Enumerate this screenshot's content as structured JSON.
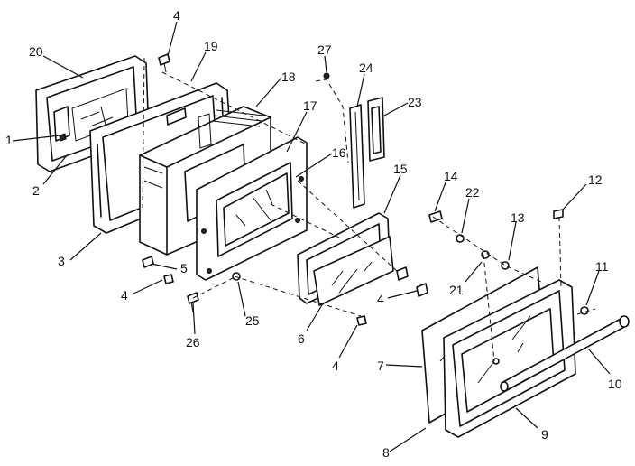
{
  "callouts": [
    {
      "id": "c1",
      "text": "1"
    },
    {
      "id": "c2",
      "text": "2"
    },
    {
      "id": "c3",
      "text": "3"
    },
    {
      "id": "c4a",
      "text": "4"
    },
    {
      "id": "c4b",
      "text": "4"
    },
    {
      "id": "c4c",
      "text": "4"
    },
    {
      "id": "c4d",
      "text": "4"
    },
    {
      "id": "c5",
      "text": "5"
    },
    {
      "id": "c6",
      "text": "6"
    },
    {
      "id": "c7",
      "text": "7"
    },
    {
      "id": "c8",
      "text": "8"
    },
    {
      "id": "c9",
      "text": "9"
    },
    {
      "id": "c10",
      "text": "10"
    },
    {
      "id": "c11",
      "text": "11"
    },
    {
      "id": "c12",
      "text": "12"
    },
    {
      "id": "c13",
      "text": "13"
    },
    {
      "id": "c14",
      "text": "14"
    },
    {
      "id": "c15",
      "text": "15"
    },
    {
      "id": "c16",
      "text": "16"
    },
    {
      "id": "c17",
      "text": "17"
    },
    {
      "id": "c18",
      "text": "18"
    },
    {
      "id": "c19",
      "text": "19"
    },
    {
      "id": "c20",
      "text": "20"
    },
    {
      "id": "c21",
      "text": "21"
    },
    {
      "id": "c22",
      "text": "22"
    },
    {
      "id": "c23",
      "text": "23"
    },
    {
      "id": "c24",
      "text": "24"
    },
    {
      "id": "c25",
      "text": "25"
    },
    {
      "id": "c26",
      "text": "26"
    },
    {
      "id": "c27",
      "text": "27"
    }
  ]
}
